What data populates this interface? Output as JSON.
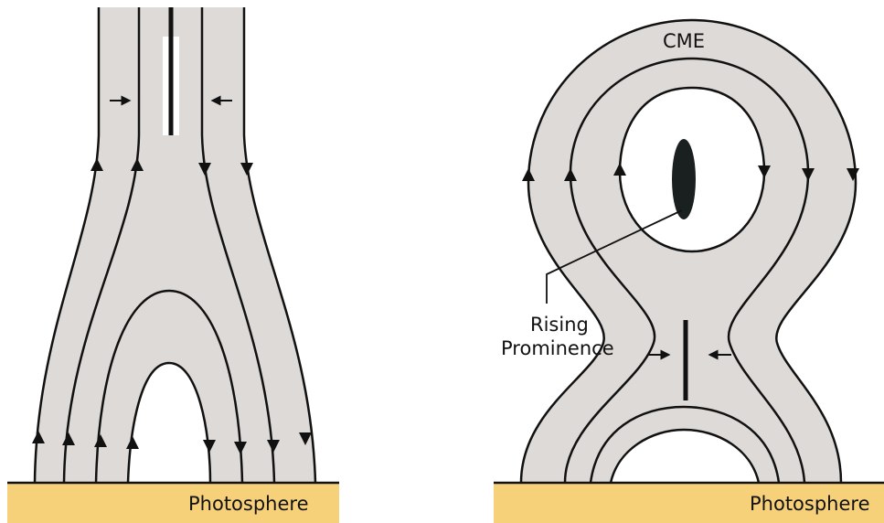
{
  "colors": {
    "plasma_fill": "#dedad8",
    "field_line": "#111111",
    "photosphere": "#f7d07a",
    "prominence": "#1a2020"
  },
  "left_panel": {
    "photosphere_label": "Photosphere"
  },
  "right_panel": {
    "cme_label": "CME",
    "prominence_label_line1": "Rising",
    "prominence_label_line2": "Prominence",
    "photosphere_label": "Photosphere"
  }
}
